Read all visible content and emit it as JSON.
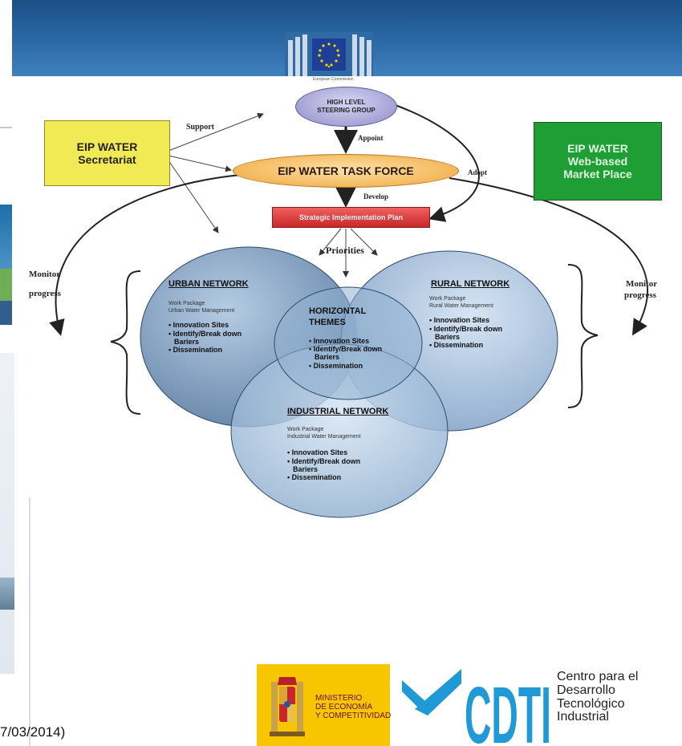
{
  "header": {
    "ec_caption": "European Commission"
  },
  "secretariat": {
    "line1": "EIP WATER",
    "line2": "Secretariat"
  },
  "marketplace": {
    "line1": "EIP WATER",
    "line2": "Web-based",
    "line3": "Market Place"
  },
  "steering_group": {
    "line1": "HIGH LEVEL",
    "line2": "STEERING GROUP"
  },
  "task_force": "EIP WATER TASK FORCE",
  "sip": "Strategic Implementation Plan",
  "arrows": {
    "support": "Support",
    "appoint": "Appoint",
    "adopt": "Adopt",
    "develop": "Develop",
    "priorities": "Priorities",
    "monitor_left_1": "Monitor",
    "monitor_left_2": "progress",
    "monitor_right_1": "Monitor",
    "monitor_right_2": "progress"
  },
  "networks": {
    "urban": {
      "title": "URBAN NETWORK",
      "wp1": "Work Package",
      "wp2": "Urban Water Management",
      "b1": "• Innovation Sites",
      "b2": "• Identify/Break down",
      "b3": "Bariers",
      "b4": "• Dissemination"
    },
    "rural": {
      "title": "RURAL NETWORK",
      "wp1": "Work Package",
      "wp2": "Rural Water Management",
      "b1": "• Innovation Sites",
      "b2": "• Identify/Break down",
      "b3": "Bariers",
      "b4": "• Dissemination"
    },
    "horizontal": {
      "title1": "HORIZONTAL",
      "title2": "THEMES",
      "b1": "• Innovation Sites",
      "b2": "• Identify/Break down",
      "b3": "Bariers",
      "b4": "• Dissemination"
    },
    "industrial": {
      "title": "INDUSTRIAL NETWORK",
      "wp1": "Work Package",
      "wp2": "Industrial Water Management",
      "b1": "• Innovation Sites",
      "b2": "• Identify/Break down",
      "b3": "Bariers",
      "b4": "• Dissemination"
    }
  },
  "footer": {
    "date": "7/03/2014)",
    "ministerio_1": "MINISTERIO",
    "ministerio_2": "DE ECONOMÍA",
    "ministerio_3": "Y COMPETITIVIDAD",
    "cdti_logo": "CDTI",
    "cdti_1": "Centro para el",
    "cdti_2": "Desarrollo",
    "cdti_3": "Tecnológico",
    "cdti_4": "Industrial"
  },
  "colors": {
    "header_blue": "#2c6aa6",
    "secretariat_yellow": "#f1ea55",
    "marketplace_green": "#1e9e34",
    "task_force_orange": "#f0a53a",
    "sip_red": "#d93535",
    "network_blue": "#6f95bf",
    "cdti_blue": "#1f9ad6",
    "ministerio_yellow": "#f7c600"
  }
}
